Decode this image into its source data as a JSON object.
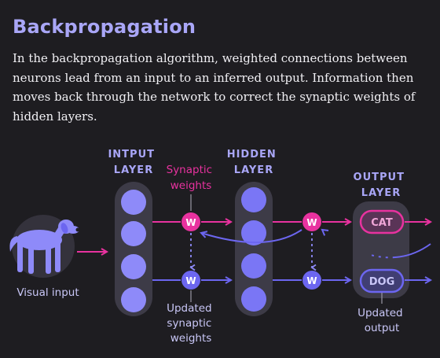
{
  "title": "Backpropagation",
  "description": "In the backpropagation algorithm, weighted connections between neurons lead from an input to an inferred output. Information then moves back through the network to correct the synaptic weights of hidden layers.",
  "labels": {
    "input_layer": [
      "INTPUT",
      "LAYER"
    ],
    "hidden_layer": [
      "HIDDEN",
      "LAYER"
    ],
    "output_layer": [
      "OUTPUT",
      "LAYER"
    ],
    "synaptic_weights": [
      "Synaptic",
      "weights"
    ],
    "updated_synaptic_weights": [
      "Updated",
      "synaptic",
      "weights"
    ],
    "updated_output": [
      "Updated",
      "output"
    ],
    "visual_input": "Visual input",
    "weight_node": "W",
    "output_cat": "CAT",
    "output_dog": "DOG"
  },
  "colors": {
    "background": "#1e1d21",
    "title": "#a9a6f7",
    "pink": "#e8329f",
    "blue": "#6c66f0",
    "neuron": "#8e8af9",
    "column": "#3d3b47",
    "text_light": "#c9c7f7"
  },
  "icons": {
    "dog": "dog-silhouette-icon"
  }
}
